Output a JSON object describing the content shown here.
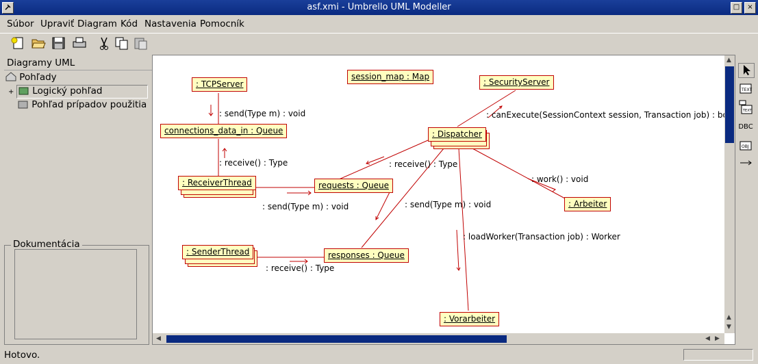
{
  "window": {
    "title": "asf.xmi - Umbrello UML Modeller",
    "pin_icon": "pin-icon",
    "close_glyph": "×",
    "max_glyph": "□"
  },
  "menu": [
    {
      "label": "Súbor"
    },
    {
      "label": "Upraviť"
    },
    {
      "label": "Diagram"
    },
    {
      "label": "Kód"
    },
    {
      "label": "Nastavenia"
    },
    {
      "label": "Pomocník"
    }
  ],
  "toolbar": [
    "new-icon",
    "open-icon",
    "save-icon",
    "print-icon",
    "cut-icon",
    "copy-icon",
    "paste-icon"
  ],
  "tree": {
    "header": "Diagramy UML",
    "root": "Pohľady",
    "items": [
      "Logický pohľad",
      "Pohľad prípadov použitia"
    ],
    "expander": "+"
  },
  "documentation": {
    "label": "Dokumentácia"
  },
  "diagram": {
    "objects": {
      "tcpserver": ": TCPServer",
      "session_map": "session_map : Map",
      "security": ": SecurityServer",
      "conn_queue": "connections_data_in : Queue",
      "dispatcher": ": Dispatcher",
      "receiver": ": ReceiverThread",
      "requests": "requests : Queue",
      "arbeiter": ": Arbeiter",
      "sender": ": SenderThread",
      "responses": "responses : Queue",
      "vorarbeiter": ": Vorarbeiter"
    },
    "messages": {
      "m1": ": send(Type m) : void",
      "m2": ": receive() : Type",
      "m3": ": canExecute(SessionContext session, Transaction job) : bool",
      "m4": ": receive() : Type",
      "m5": ": send(Type m) : void",
      "m6": ": work() : void",
      "m7": ": send(Type m) : void",
      "m8": ": loadWorker(Transaction job) : Worker",
      "m9": ": receive() : Type"
    }
  },
  "side_tools": [
    "select-arrow-icon",
    "text-icon",
    "note-text-icon",
    "DBC",
    "OBJ",
    "message-icon"
  ],
  "status": {
    "text": "Hotovo."
  },
  "colors": {
    "titlebar": "#0a2a80",
    "node_fill": "#ffffc0",
    "node_border": "#c00000"
  }
}
